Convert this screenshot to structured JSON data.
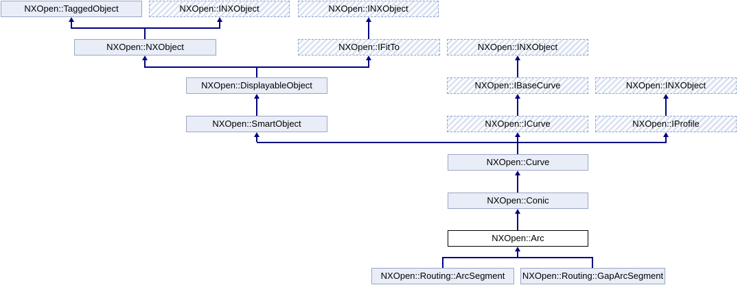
{
  "diagram": {
    "title": "NXOpen::Arc class inheritance diagram",
    "current_class": "NXOpen::Arc",
    "colors": {
      "background": "#ffffff",
      "node_fill": "#e8edf7",
      "node_border": "#9aa5c4",
      "interface_dash_border": "#8ba2cc",
      "interface_hatch_stripe": "#dbe3f2",
      "current_node_border": "#000000",
      "current_node_fill": "#ffffff",
      "edge_line": "#000080",
      "text": "#000000"
    },
    "nodes": {
      "tagged_object": {
        "label": "NXOpen::TaggedObject",
        "style": "solid"
      },
      "inx_object_a": {
        "label": "NXOpen::INXObject",
        "style": "interface"
      },
      "inx_object_b": {
        "label": "NXOpen::INXObject",
        "style": "interface"
      },
      "nx_object": {
        "label": "NXOpen::NXObject",
        "style": "solid"
      },
      "ifit_to": {
        "label": "NXOpen::IFitTo",
        "style": "interface"
      },
      "inx_object_c": {
        "label": "NXOpen::INXObject",
        "style": "interface"
      },
      "displayable_object": {
        "label": "NXOpen::DisplayableObject",
        "style": "solid"
      },
      "ibase_curve": {
        "label": "NXOpen::IBaseCurve",
        "style": "interface"
      },
      "inx_object_d": {
        "label": "NXOpen::INXObject",
        "style": "interface"
      },
      "smart_object": {
        "label": "NXOpen::SmartObject",
        "style": "solid"
      },
      "icurve": {
        "label": "NXOpen::ICurve",
        "style": "interface"
      },
      "iprofile": {
        "label": "NXOpen::IProfile",
        "style": "interface"
      },
      "curve": {
        "label": "NXOpen::Curve",
        "style": "solid"
      },
      "conic": {
        "label": "NXOpen::Conic",
        "style": "solid"
      },
      "arc": {
        "label": "NXOpen::Arc",
        "style": "current"
      },
      "arc_segment": {
        "label": "NXOpen::Routing::ArcSegment",
        "style": "solid"
      },
      "gap_arc_segment": {
        "label": "NXOpen::Routing::GapArcSegment",
        "style": "solid"
      }
    },
    "relationships": [
      {
        "derived": "NXOpen::NXObject",
        "base": "NXOpen::TaggedObject"
      },
      {
        "derived": "NXOpen::NXObject",
        "base": "NXOpen::INXObject"
      },
      {
        "derived": "NXOpen::IFitTo",
        "base": "NXOpen::INXObject"
      },
      {
        "derived": "NXOpen::DisplayableObject",
        "base": "NXOpen::NXObject"
      },
      {
        "derived": "NXOpen::DisplayableObject",
        "base": "NXOpen::IFitTo"
      },
      {
        "derived": "NXOpen::IBaseCurve",
        "base": "NXOpen::INXObject"
      },
      {
        "derived": "NXOpen::SmartObject",
        "base": "NXOpen::DisplayableObject"
      },
      {
        "derived": "NXOpen::ICurve",
        "base": "NXOpen::IBaseCurve"
      },
      {
        "derived": "NXOpen::IProfile",
        "base": "NXOpen::INXObject"
      },
      {
        "derived": "NXOpen::Curve",
        "base": "NXOpen::SmartObject"
      },
      {
        "derived": "NXOpen::Curve",
        "base": "NXOpen::ICurve"
      },
      {
        "derived": "NXOpen::Curve",
        "base": "NXOpen::IProfile"
      },
      {
        "derived": "NXOpen::Conic",
        "base": "NXOpen::Curve"
      },
      {
        "derived": "NXOpen::Arc",
        "base": "NXOpen::Conic"
      },
      {
        "derived": "NXOpen::Routing::ArcSegment",
        "base": "NXOpen::Arc"
      },
      {
        "derived": "NXOpen::Routing::GapArcSegment",
        "base": "NXOpen::Arc"
      }
    ]
  }
}
